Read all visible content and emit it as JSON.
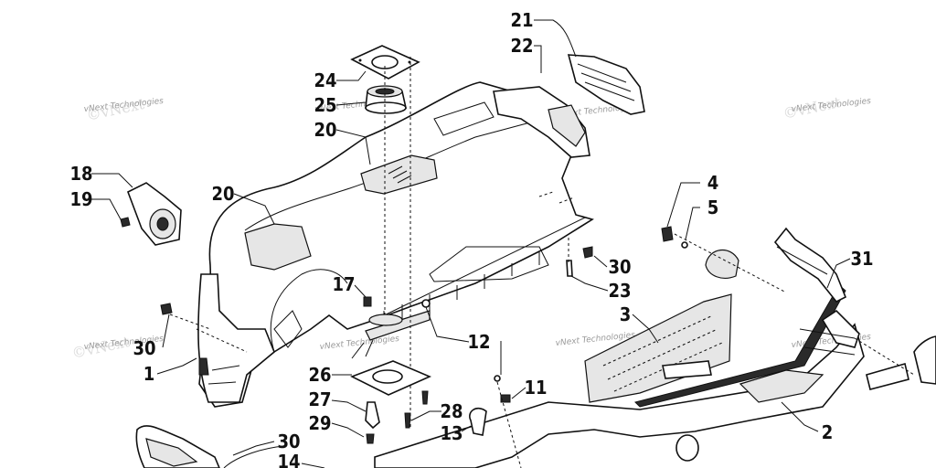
{
  "diagram": {
    "watermark_text": "vNext Technologies",
    "callouts": [
      {
        "id": "c21",
        "label": "21"
      },
      {
        "id": "c22",
        "label": "22"
      },
      {
        "id": "c24",
        "label": "24"
      },
      {
        "id": "c25",
        "label": "25"
      },
      {
        "id": "c20a",
        "label": "20"
      },
      {
        "id": "c18",
        "label": "18"
      },
      {
        "id": "c19",
        "label": "19"
      },
      {
        "id": "c20b",
        "label": "20"
      },
      {
        "id": "c4",
        "label": "4"
      },
      {
        "id": "c5",
        "label": "5"
      },
      {
        "id": "c31",
        "label": "31"
      },
      {
        "id": "c30a",
        "label": "30"
      },
      {
        "id": "c23",
        "label": "23"
      },
      {
        "id": "c17",
        "label": "17"
      },
      {
        "id": "c3",
        "label": "3"
      },
      {
        "id": "c12",
        "label": "12"
      },
      {
        "id": "c30b",
        "label": "30"
      },
      {
        "id": "c1",
        "label": "1"
      },
      {
        "id": "c26",
        "label": "26"
      },
      {
        "id": "c11",
        "label": "11"
      },
      {
        "id": "c27",
        "label": "27"
      },
      {
        "id": "c28",
        "label": "28"
      },
      {
        "id": "c29",
        "label": "29"
      },
      {
        "id": "c13",
        "label": "13"
      },
      {
        "id": "c2",
        "label": "2"
      },
      {
        "id": "c30c",
        "label": "30"
      },
      {
        "id": "c14",
        "label": "14"
      }
    ]
  }
}
